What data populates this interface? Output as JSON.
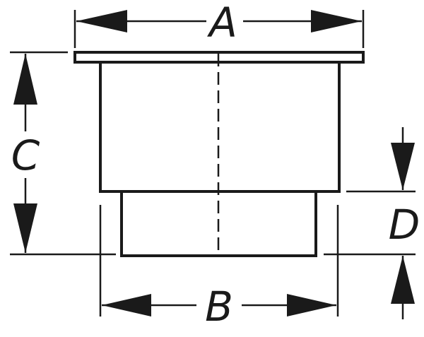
{
  "diagram": {
    "labels": {
      "top_width": "A",
      "bottom_width": "B",
      "upper_height": "C",
      "lower_height": "D"
    },
    "colors": {
      "line": "#1a1a1a",
      "background": "#ffffff"
    },
    "style": "technical line drawing, side profile of a flanged cylindrical fitting with dimension arrows"
  }
}
